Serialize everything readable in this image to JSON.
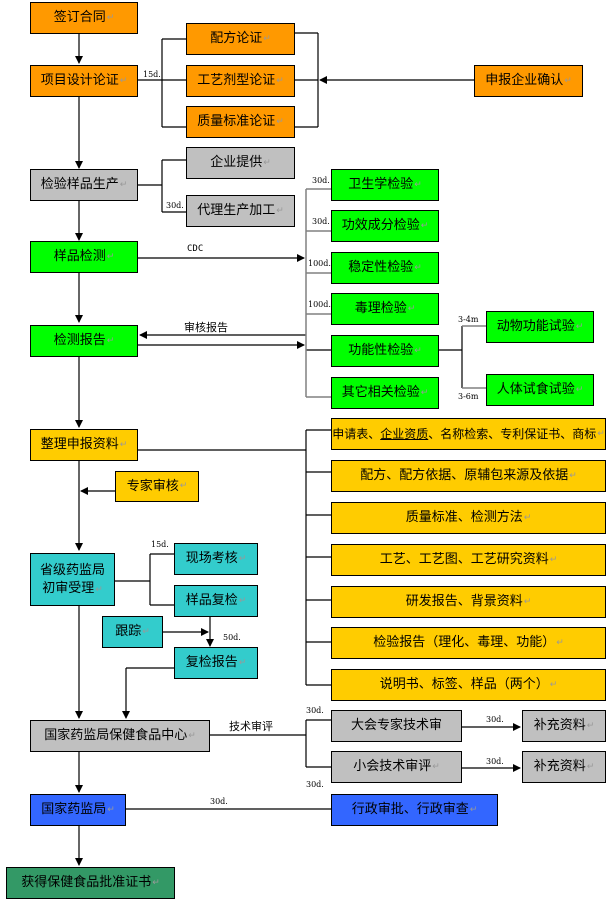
{
  "diagram": {
    "type": "flowchart",
    "main_flow": {
      "sign_contract": "签订合同",
      "project_design": "项目设计论证",
      "sample_production": "检验样品生产",
      "sample_testing": "样品检测",
      "test_report": "检测报告",
      "compile_materials": "整理申报资料",
      "provincial_acceptance_line1": "省级药监局",
      "provincial_acceptance_line2": "初审受理",
      "national_center": "国家药监局保健食品中心",
      "national_fda": "国家药监局",
      "certificate": "获得保健食品批准证书"
    },
    "design_branch": {
      "items": [
        "配方论证",
        "工艺剂型论证",
        "质量标准论证"
      ],
      "confirm": "申报企业确认",
      "duration": "15d."
    },
    "production_branch": {
      "items": [
        "企业提供",
        "代理生产加工"
      ],
      "duration": "30d."
    },
    "testing_branch": {
      "cdc_label": "CDC",
      "review_label": "审核报告",
      "items": [
        {
          "label": "卫生学检验",
          "duration": "30d."
        },
        {
          "label": "功效成分检验",
          "duration": "30d."
        },
        {
          "label": "稳定性检验",
          "duration": "100d."
        },
        {
          "label": "毒理检验",
          "duration": "100d."
        },
        {
          "label": "功能性检验",
          "duration": ""
        },
        {
          "label": "其它相关检验",
          "duration": ""
        }
      ],
      "functional_sub": [
        {
          "label": "动物功能试验",
          "duration": "3-4m"
        },
        {
          "label": "人体试食试验",
          "duration": "3-6m"
        }
      ]
    },
    "materials_branch": {
      "items": [
        {
          "parts": [
            "申请表、",
            "企业资质",
            "、名称检索、专利保证书、商标"
          ]
        },
        {
          "parts": [
            "配方、配方依据、原辅包来源及依据"
          ]
        },
        {
          "parts": [
            "质量标准、检测方法"
          ]
        },
        {
          "parts": [
            "工艺、工艺图、工艺研究资料"
          ]
        },
        {
          "parts": [
            "研发报告、背景资料"
          ]
        },
        {
          "parts": [
            "检验报告（理化、毒理、功能）"
          ]
        },
        {
          "parts": [
            "说明书、标签、样品（两个）"
          ]
        }
      ]
    },
    "expert_review": "专家审核",
    "provincial_branch": {
      "onsite": "现场考核",
      "recheck": "样品复检",
      "tracking": "跟踪",
      "recheck_report": "复检报告",
      "duration_onsite": "15d.",
      "duration_report": "50d."
    },
    "tech_review": {
      "label": "技术审评",
      "big_meeting": "大会专家技术审",
      "small_meeting": "小会技术审评",
      "supplement_1": "补充资料",
      "supplement_2": "补充资料",
      "duration_big": "30d.",
      "duration_small": "30d.",
      "duration_supp_1": "30d.",
      "duration_supp_2": "30d."
    },
    "admin": {
      "label": "行政审批、行政审查",
      "duration": "30d."
    },
    "colors": {
      "orange": "#ff9900",
      "yellow": "#ffcc00",
      "gray": "#c0c0c0",
      "green": "#00ff00",
      "teal": "#33cccc",
      "blue": "#3366ff",
      "dark_green": "#339966"
    }
  }
}
